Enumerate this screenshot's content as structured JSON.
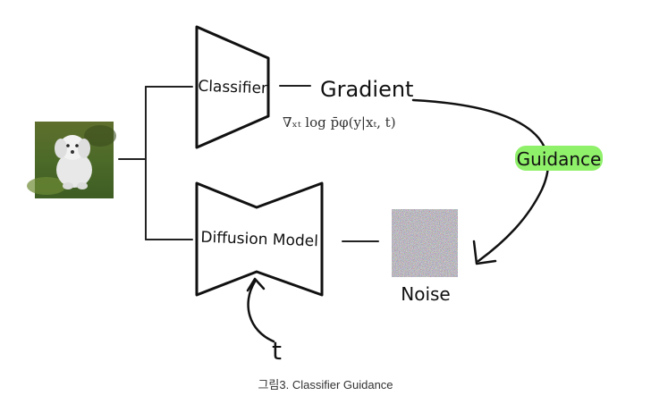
{
  "diagram": {
    "classifier_label": "Classifier",
    "gradient_label": "Gradient",
    "gradient_formula": "∇ₓₜ log p̄φ(y|xₜ, t)",
    "guidance_label": "Guidance",
    "diffusion_label": "Diffusion Model",
    "noise_label": "Noise",
    "time_label": "t",
    "highlight_color": "#8ff06a",
    "icons": [
      "dog-photo-image",
      "noise-image"
    ]
  },
  "caption": {
    "text": "그림3. Classifier Guidance"
  }
}
